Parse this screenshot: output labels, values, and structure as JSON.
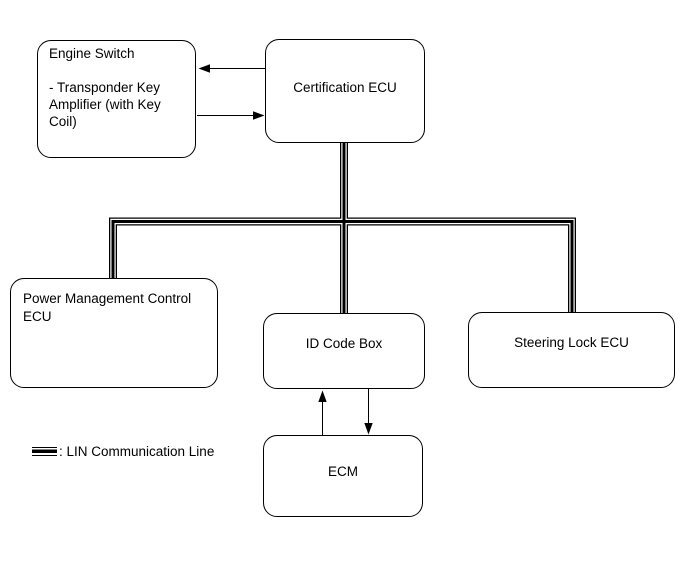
{
  "diagram": {
    "nodes": {
      "engine_switch": {
        "label": "Engine Switch\n\n- Transponder Key\nAmplifier (with Key Coil)"
      },
      "certification_ecu": {
        "label": "Certification ECU"
      },
      "power_management_control_ecu": {
        "label": "Power Management Control ECU"
      },
      "id_code_box": {
        "label": "ID Code Box"
      },
      "steering_lock_ecu": {
        "label": "Steering Lock ECU"
      },
      "ecm": {
        "label": "ECM"
      }
    },
    "legend": {
      "label": ": LIN Communication Line"
    },
    "connections": [
      {
        "from": "certification_ecu",
        "to": "engine_switch",
        "type": "arrow"
      },
      {
        "from": "engine_switch",
        "to": "certification_ecu",
        "type": "arrow"
      },
      {
        "from": "certification_ecu",
        "to": "power_management_control_ecu",
        "type": "lin-communication-line"
      },
      {
        "from": "certification_ecu",
        "to": "id_code_box",
        "type": "lin-communication-line"
      },
      {
        "from": "certification_ecu",
        "to": "steering_lock_ecu",
        "type": "lin-communication-line"
      },
      {
        "from": "ecm",
        "to": "id_code_box",
        "type": "arrow"
      },
      {
        "from": "id_code_box",
        "to": "ecm",
        "type": "arrow"
      }
    ],
    "colors": {
      "line": "#000000",
      "background": "#ffffff"
    }
  }
}
